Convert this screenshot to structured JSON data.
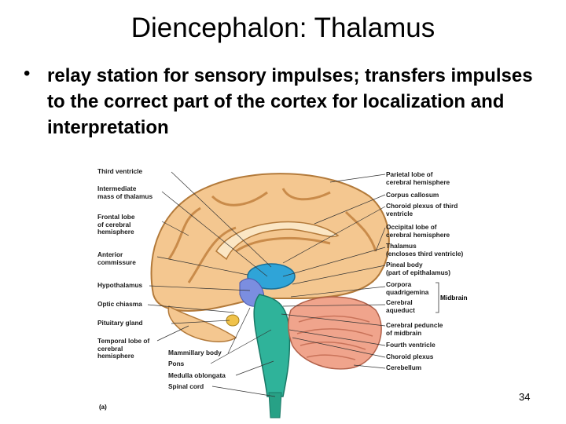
{
  "slide": {
    "title": "Diencephalon: Thalamus",
    "bullet": "relay station for sensory impulses; transfers impulses to the correct part of the cortex for localization and interpretation",
    "page_number": "34"
  },
  "figure": {
    "id_label": "(a)",
    "left_labels": [
      "Third ventricle",
      "Intermediate\nmass of thalamus",
      "Frontal lobe\nof cerebral\nhemisphere",
      "Anterior\ncommissure",
      "Hypothalamus",
      "Optic chiasma",
      "Pituitary gland",
      "Temporal lobe of\ncerebral\nhemisphere"
    ],
    "bottom_labels": [
      "Mammillary body",
      "Pons",
      "Medulla oblongata",
      "Spinal cord"
    ],
    "right_labels": [
      "Parietal lobe of\ncerebral hemisphere",
      "Corpus callosum",
      "Choroid plexus of third\nventricle",
      "Occipital lobe of\ncerebral hemisphere",
      "Thalamus\n(encloses third ventricle)",
      "Pineal body\n(part of epithalamus)",
      "Corpora\nquadrigemina",
      "Cerebral\naqueduct",
      "Cerebral peduncle\nof midbrain",
      "Fourth ventricle",
      "Choroid plexus",
      "Cerebellum"
    ],
    "bracket_label": "Midbrain"
  }
}
